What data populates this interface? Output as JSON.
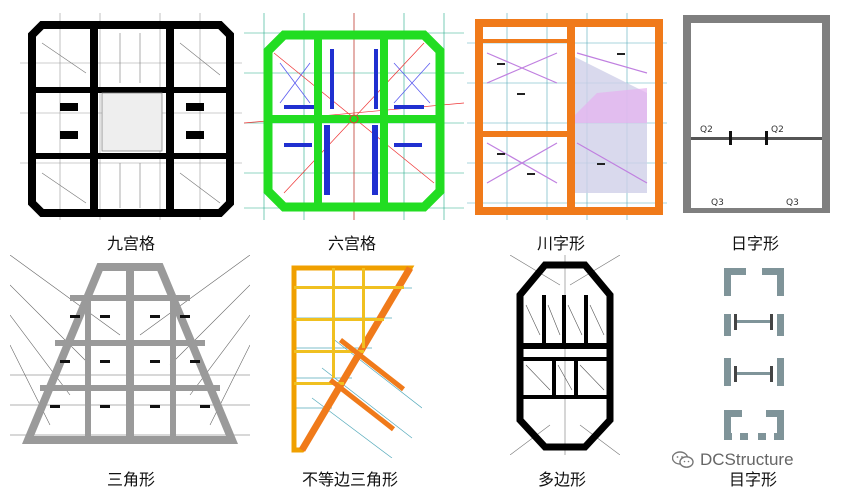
{
  "captions": {
    "c1": "九宫格",
    "c2": "六宫格",
    "c3": "川字形",
    "c4": "日字形",
    "c5": "三角形",
    "c6": "不等边三角形",
    "c7": "多边形",
    "c8": "目字形"
  },
  "ri_labels": {
    "q2_left": "Q2",
    "q2_right": "Q2",
    "q3_left": "Q3",
    "q3_right": "Q3"
  },
  "watermark": {
    "text": "DCStructure",
    "icon": "wechat-icon"
  },
  "colors": {
    "wall_black": "#111111",
    "wall_green": "#22dd22",
    "wall_orange": "#f07a1a",
    "wall_gray": "#7f7f7f",
    "wall_teal_gray": "#7f9499",
    "accent_blue": "#2030d0",
    "accent_purple": "#c080e0"
  }
}
